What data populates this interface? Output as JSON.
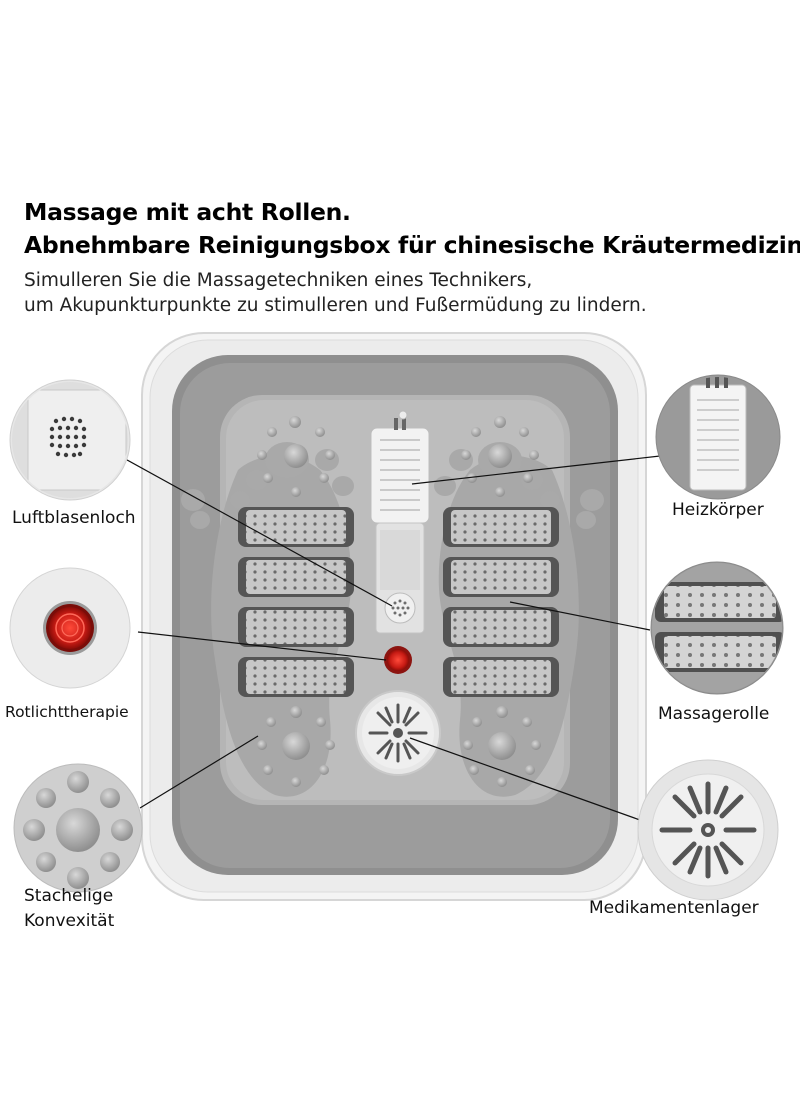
{
  "headline": {
    "line1": "Massage mit acht Rollen.",
    "line2": "Abnehmbare Reinigungsbox für chinesische Kräutermedizin."
  },
  "subtext": {
    "line1": "Simulleren Sie die Massagetechniken eines Technikers,",
    "line2": "um Akupunkturpunkte zu stimulleren und Fußermüdung zu lindern."
  },
  "callouts": {
    "bubble_hole": "Luftblasenloch",
    "red_light": "Rotlichttherapie",
    "spiked_convex_line1": "Stachelige",
    "spiked_convex_line2": "Konvexität",
    "heater": "Heizkörper",
    "roller": "Massagerolle",
    "medicine_storage": "Medikamentenlager"
  },
  "colors": {
    "tub_gray": "#8d8d8d",
    "tub_inner": "#a9a9a9",
    "rim": "#eeeeee",
    "red_light": "#d0201c",
    "roller_metal": "#bfbfbf"
  }
}
